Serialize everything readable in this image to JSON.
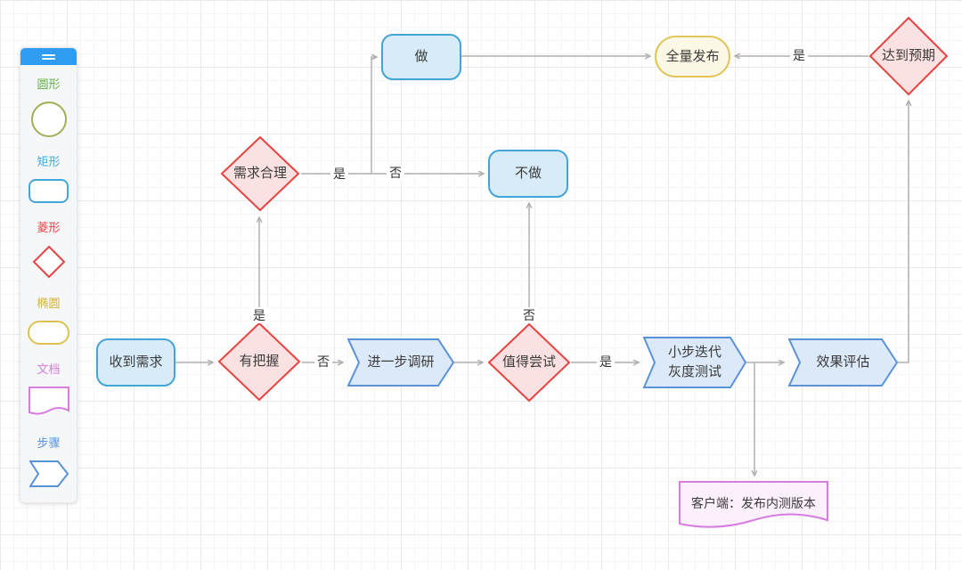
{
  "sidebar": {
    "items": [
      {
        "label": "圆形",
        "shape": "circle",
        "color": "#a2af56",
        "label_color": "#67b14b"
      },
      {
        "label": "矩形",
        "shape": "rounded-rect",
        "color": "#45a7d9",
        "label_color": "#45a7d9"
      },
      {
        "label": "菱形",
        "shape": "diamond",
        "color": "#e8433e",
        "label_color": "#e8433e"
      },
      {
        "label": "椭圆",
        "shape": "stadium",
        "color": "#ddc153",
        "label_color": "#d2b33c"
      },
      {
        "label": "文档",
        "shape": "document",
        "color": "#d77de0",
        "label_color": "#d77de0"
      },
      {
        "label": "步骤",
        "shape": "step",
        "color": "#5a92d8",
        "label_color": "#5a92d8"
      }
    ]
  },
  "nodes": {
    "receive": {
      "label": "收到需求",
      "type": "rounded-rect"
    },
    "confident": {
      "label": "有把握",
      "type": "diamond"
    },
    "reasonable": {
      "label": "需求合理",
      "type": "diamond"
    },
    "do": {
      "label": "做",
      "type": "rounded-rect"
    },
    "dont": {
      "label": "不做",
      "type": "rounded-rect"
    },
    "research": {
      "label": "进一步调研",
      "type": "step"
    },
    "worth": {
      "label": "值得尝试",
      "type": "diamond"
    },
    "iterate": {
      "label": "小步迭代\n灰度测试",
      "type": "step"
    },
    "evaluate": {
      "label": "效果评估",
      "type": "step"
    },
    "expected": {
      "label": "达到预期",
      "type": "diamond"
    },
    "release": {
      "label": "全量发布",
      "type": "ellipse"
    },
    "client": {
      "label": "客户端：发布内测版本",
      "type": "document"
    }
  },
  "edge_labels": {
    "confident_yes": "是",
    "confident_no": "否",
    "reasonable_yes": "是",
    "reasonable_no": "否",
    "worth_no": "否",
    "worth_yes": "是",
    "expected_yes": "是"
  },
  "colors": {
    "rounded_rect_fill": "#d7ecf8",
    "rounded_rect_border": "#41a5d7",
    "diamond_fill": "#fbe1e1",
    "diamond_border": "#e8433e",
    "step_fill": "#dce9f8",
    "step_border": "#5a92d8",
    "ellipse_fill": "#fcf8e6",
    "ellipse_border": "#e2c558",
    "document_fill": "#fcf0fd",
    "document_border": "#d77de0",
    "edge": "#b0b0b0",
    "sidebar_header": "#2e9cf0"
  }
}
